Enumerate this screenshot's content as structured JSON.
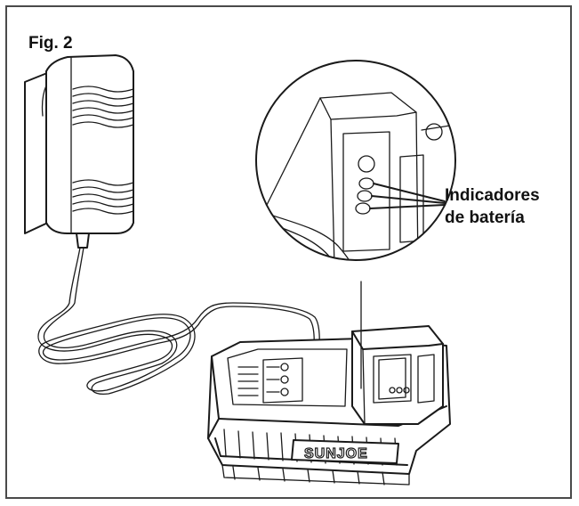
{
  "figure": {
    "label": "Fig. 2"
  },
  "callout": {
    "line1": "Indicadores",
    "line2": "de batería"
  },
  "brand": {
    "logo_text": "SUNJOE"
  },
  "icons": {
    "adapter": "wall-adapter-icon",
    "charger": "battery-charger-icon",
    "battery": "battery-pack-icon",
    "indicators": "battery-indicator-leds-icon"
  }
}
